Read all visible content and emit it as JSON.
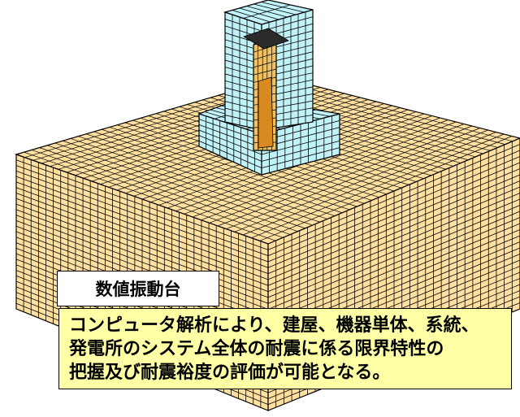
{
  "label": "数値振動台",
  "caption_lines": [
    "コンピュータ解析により、建屋、機器単体、系統、",
    "発電所のシステム全体の耐震に係る限界特性の",
    "把握及び耐震裕度の評価が可能となる。"
  ],
  "colors": {
    "ground": "#ffe0a0",
    "building": "#c0f2f8",
    "building_base": "#6aaed0",
    "core": "#f0c060",
    "mesh_line": "#000000",
    "caption_bg": "#ffffa6"
  }
}
